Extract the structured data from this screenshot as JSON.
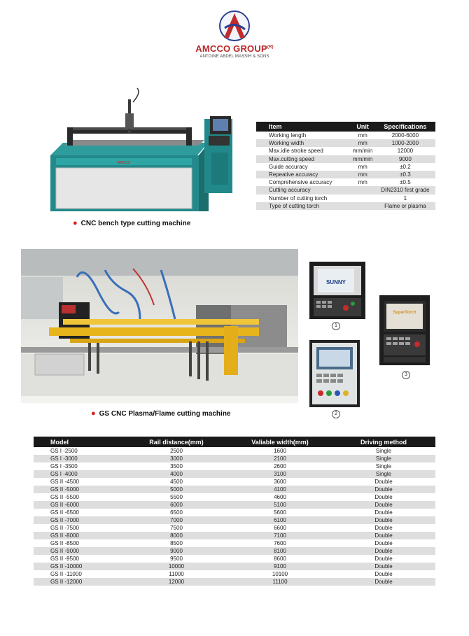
{
  "logo": {
    "name": "AMCCO GROUP",
    "mark": "(R)",
    "subtitle": "ANTOINE ABDEL MASSIH & SONS"
  },
  "bench_section": {
    "caption": "CNC bench type cutting machine",
    "machine_label": "AMCCO",
    "spec_table": {
      "headers": [
        "Item",
        "Unit",
        "Specifications"
      ],
      "rows": [
        [
          "Working length",
          "mm",
          "2000-6000"
        ],
        [
          "Working width",
          "mm",
          "1000-2000"
        ],
        [
          "Max.idle stroke speed",
          "mm/min",
          "12000"
        ],
        [
          "Max.cutting speed",
          "mm/min",
          "9000"
        ],
        [
          "Guide accuracy",
          "mm",
          "±0.2"
        ],
        [
          "Repeative accuracy",
          "mm",
          "±0.3"
        ],
        [
          "Comprehensive accuracy",
          "mm",
          "±0.5"
        ],
        [
          "Cutting accuracy",
          "",
          "DIN2310 first grade"
        ],
        [
          "Number of cutting torch",
          "",
          "1"
        ],
        [
          "Type of cutting torch",
          "",
          "Flame or plasma"
        ]
      ]
    }
  },
  "gs_section": {
    "caption": "GS CNC Plasma/Flame cutting machine",
    "controllers": [
      {
        "number": "1",
        "screen_text": "SUNNY"
      },
      {
        "number": "2",
        "screen_text": ""
      },
      {
        "number": "3",
        "screen_text": "SuperTorch"
      }
    ]
  },
  "model_table": {
    "headers": [
      "Model",
      "Rail distance(mm)",
      "Valiable width(mm)",
      "Driving method"
    ],
    "rows": [
      [
        "GS I -2500",
        "2500",
        "1600",
        "Single"
      ],
      [
        "GS I -3000",
        "3000",
        "2100",
        "Single"
      ],
      [
        "GS I -3500",
        "3500",
        "2600",
        "Single"
      ],
      [
        "GS I -4000",
        "4000",
        "3100",
        "Single"
      ],
      [
        "GS II -4500",
        "4500",
        "3600",
        "Double"
      ],
      [
        "GS II -5000",
        "5000",
        "4100",
        "Double"
      ],
      [
        "GS II -5500",
        "5500",
        "4600",
        "Double"
      ],
      [
        "GS II -6000",
        "6000",
        "5100",
        "Double"
      ],
      [
        "GS II -6500",
        "6500",
        "5600",
        "Double"
      ],
      [
        "GS II -7000",
        "7000",
        "6100",
        "Double"
      ],
      [
        "GS II -7500",
        "7500",
        "6600",
        "Double"
      ],
      [
        "GS II -8000",
        "8000",
        "7100",
        "Double"
      ],
      [
        "GS II -8500",
        "8500",
        "7600",
        "Double"
      ],
      [
        "GS II -9000",
        "9000",
        "8100",
        "Double"
      ],
      [
        "GS II -9500",
        "9500",
        "8600",
        "Double"
      ],
      [
        "GS II -10000",
        "10000",
        "9100",
        "Double"
      ],
      [
        "GS II -11000",
        "11000",
        "10100",
        "Double"
      ],
      [
        "GS II -12000",
        "12000",
        "11100",
        "Double"
      ]
    ]
  },
  "colors": {
    "accent_red": "#d51f1f",
    "machine_teal": "#1f8c8c",
    "gantry_yellow": "#e8b41c",
    "header_black": "#1a1a1a",
    "row_gray": "#dedede"
  }
}
